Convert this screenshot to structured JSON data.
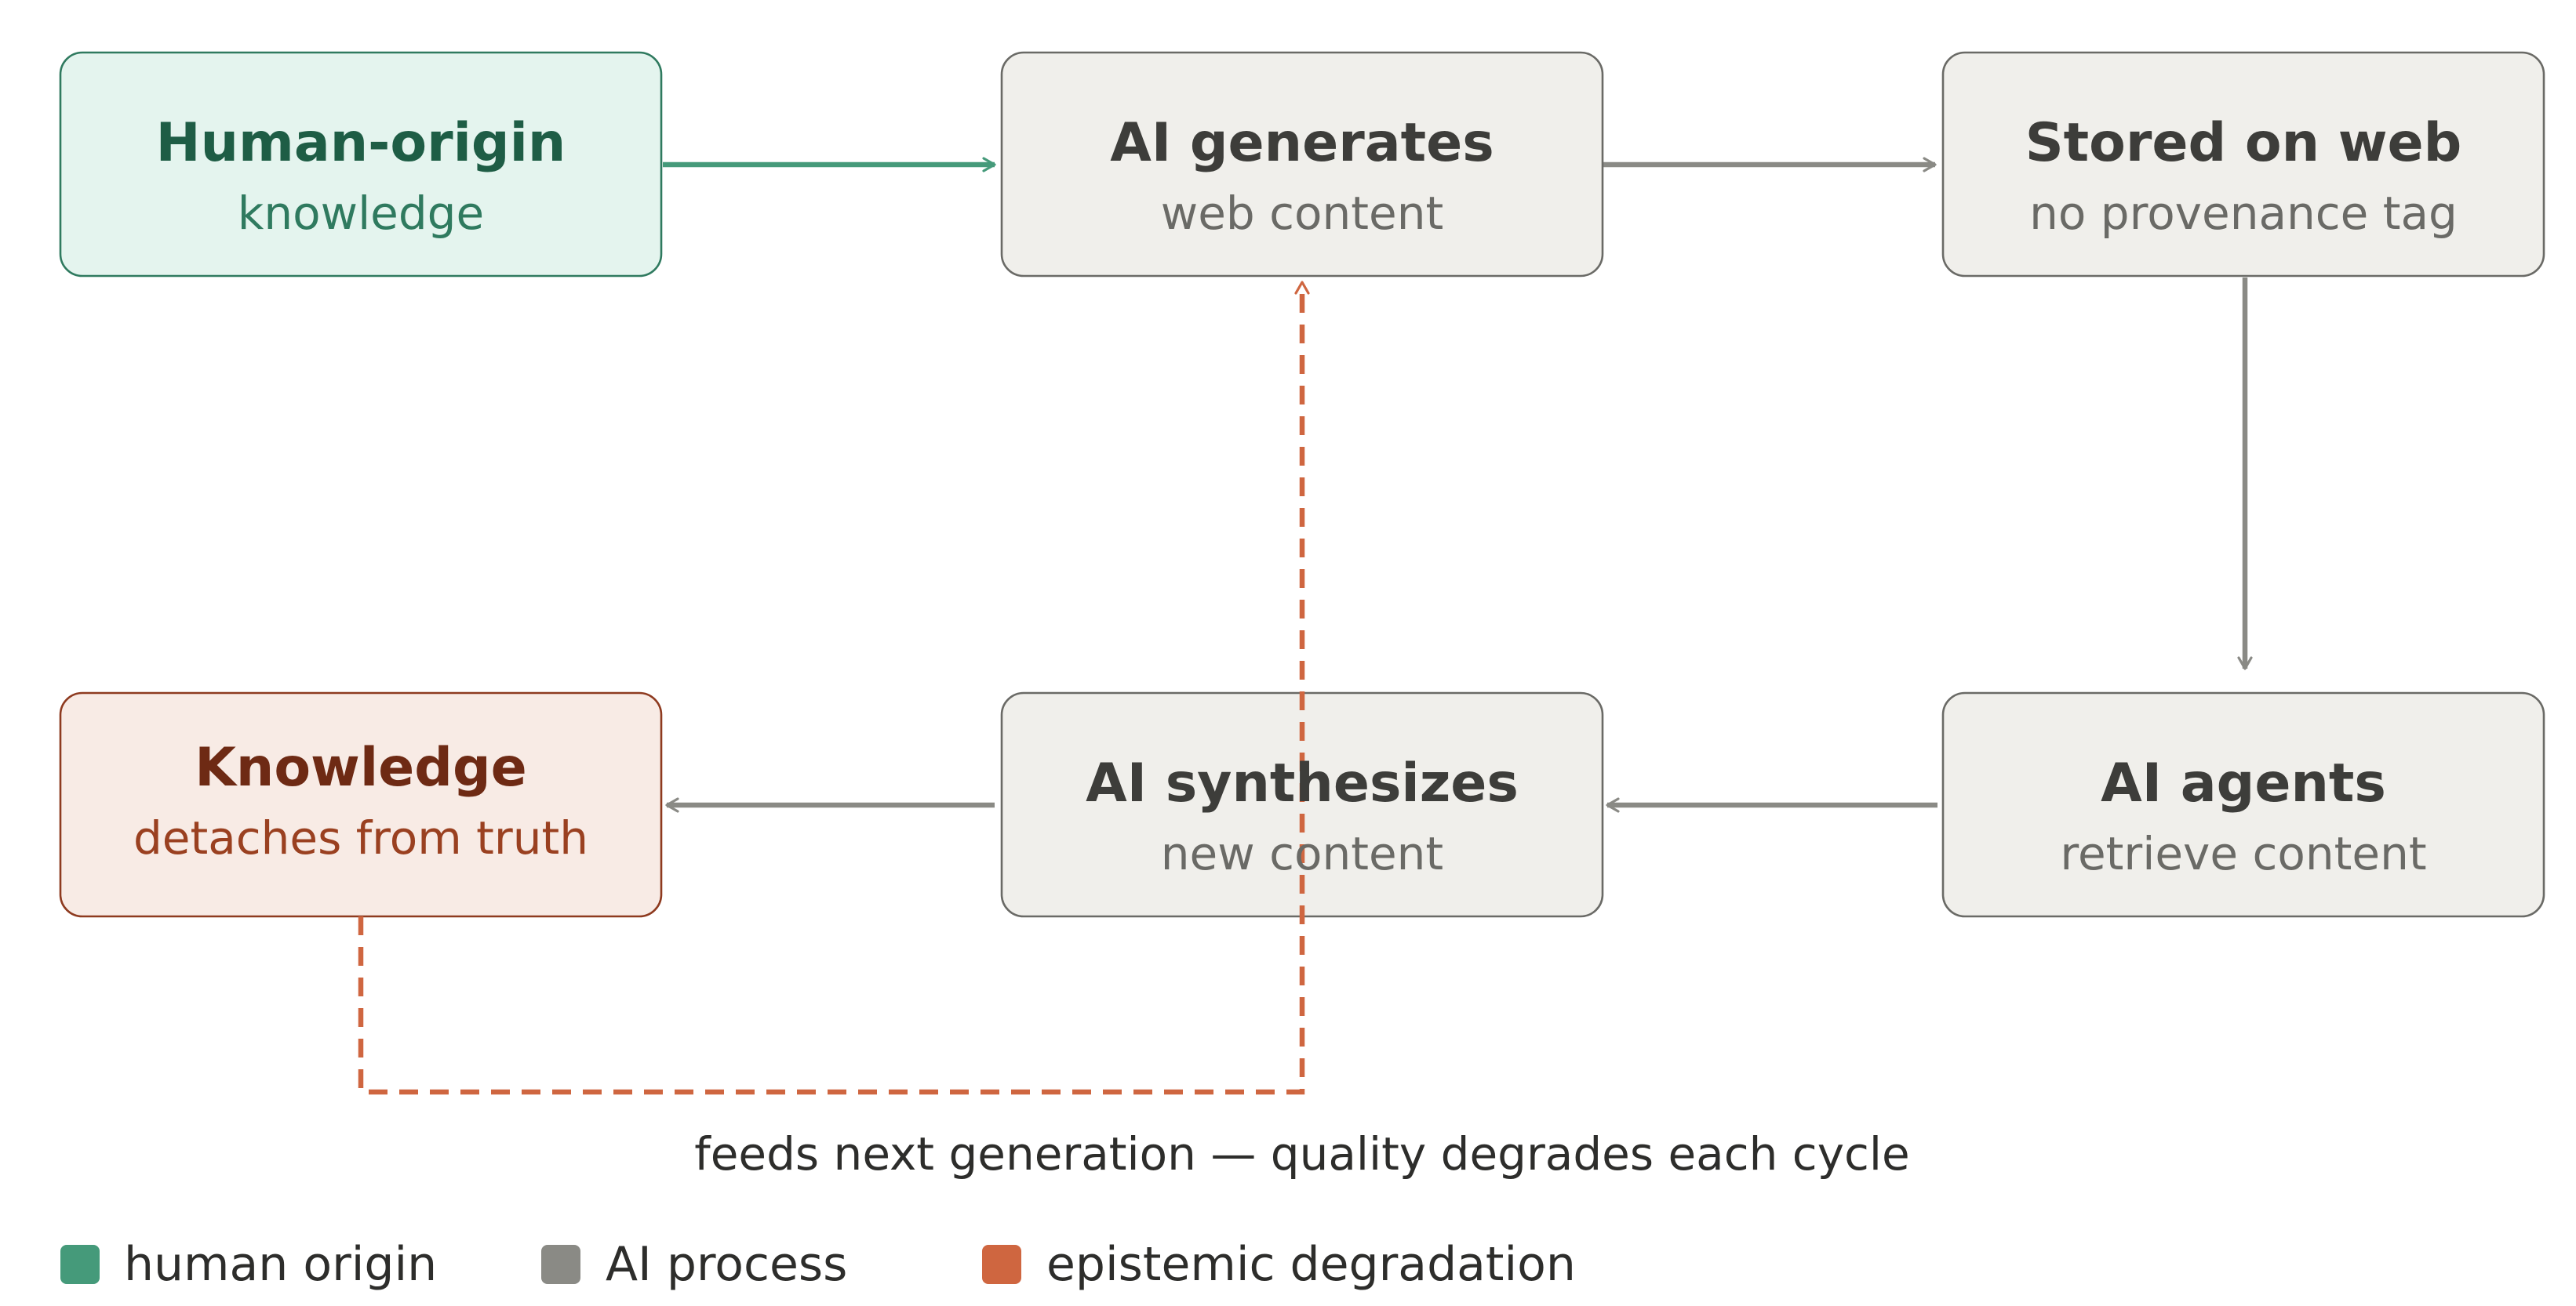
{
  "colors": {
    "human": "#459a7a",
    "ai": "#8a8a85",
    "degradation": "#cf6640",
    "human_fill": "#e4f4ee",
    "human_stroke": "#2f7a5f",
    "human_title": "#1e5d45",
    "human_sub": "#2f7a5f",
    "ai_fill": "#f0efeb",
    "ai_stroke": "#6a6a66",
    "ai_title": "#3d3d3a",
    "ai_sub": "#6a6a66",
    "degr_fill": "#f8ebe5",
    "degr_stroke": "#8e3a1f",
    "degr_title": "#6e2a14",
    "degr_sub": "#9a4020",
    "text": "#2d2d2b"
  },
  "nodes": {
    "human_origin": {
      "title": "Human-origin",
      "subtitle": "knowledge"
    },
    "ai_generates": {
      "title": "AI generates",
      "subtitle": "web content"
    },
    "stored_on_web": {
      "title": "Stored on web",
      "subtitle": "no provenance tag"
    },
    "ai_agents": {
      "title": "AI agents",
      "subtitle": "retrieve content"
    },
    "ai_synthesizes": {
      "title": "AI synthesizes",
      "subtitle": "new content"
    },
    "knowledge": {
      "title": "Knowledge",
      "subtitle": "detaches from truth"
    }
  },
  "caption": "feeds next generation — quality degrades each cycle",
  "legend": [
    {
      "label": "human origin",
      "color": "#459a7a"
    },
    {
      "label": "AI process",
      "color": "#8a8a85"
    },
    {
      "label": "epistemic degradation",
      "color": "#cf6640"
    }
  ]
}
